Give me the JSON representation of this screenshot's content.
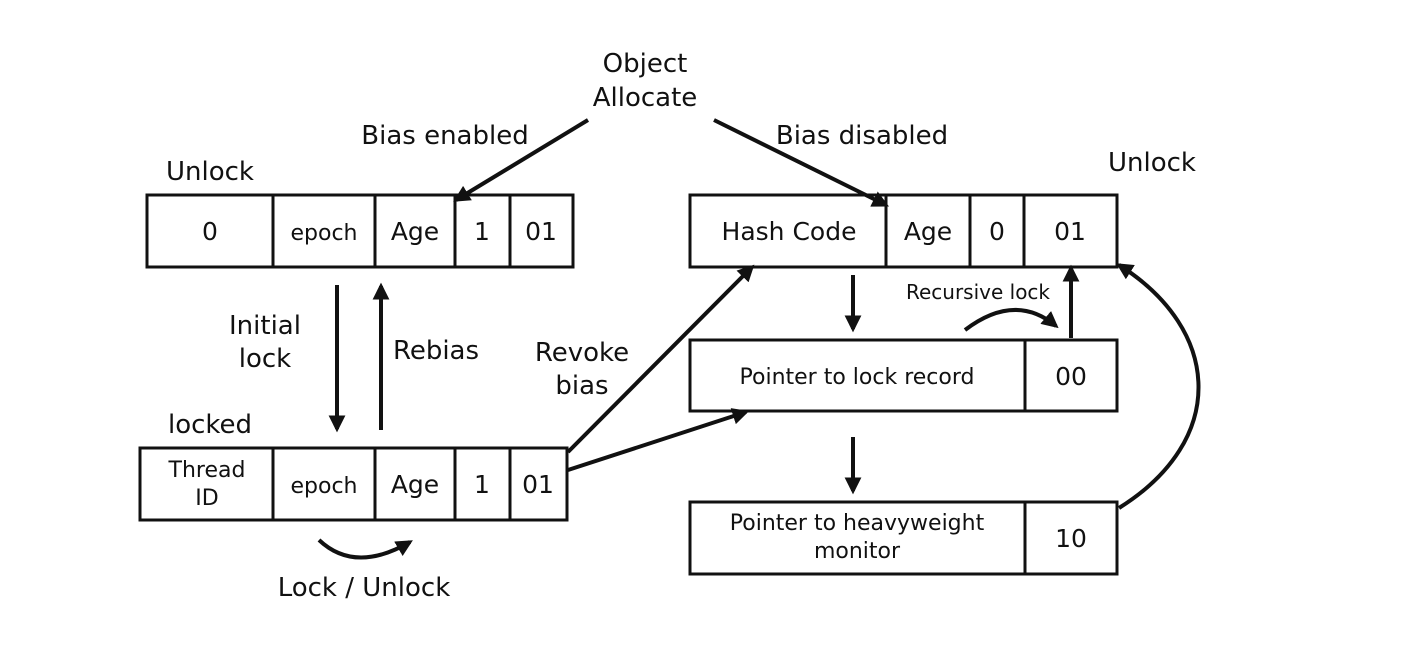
{
  "top_node": {
    "line1": "Object",
    "line2": "Allocate"
  },
  "edge_labels": {
    "bias_enabled": "Bias enabled",
    "bias_disabled": "Bias disabled",
    "initial_lock_1": "Initial",
    "initial_lock_2": "lock",
    "rebias": "Rebias",
    "revoke_bias_1": "Revoke",
    "revoke_bias_2": "bias",
    "recursive_lock": "Recursive lock",
    "lock_unlock": "Lock / Unlock"
  },
  "biased_unlocked": {
    "title": "Unlock",
    "cells": [
      "0",
      "epoch",
      "Age",
      "1",
      "01"
    ]
  },
  "biased_locked": {
    "title": "locked",
    "thread_id_line1": "Thread",
    "thread_id_line2": "ID",
    "cells": [
      "epoch",
      "Age",
      "1",
      "01"
    ]
  },
  "normal_unlocked": {
    "title": "Unlock",
    "cells": [
      "Hash Code",
      "Age",
      "0",
      "01"
    ]
  },
  "lightweight_locked": {
    "cells": [
      "Pointer to lock record",
      "00"
    ]
  },
  "heavyweight_locked": {
    "label_line1": "Pointer to heavyweight",
    "label_line2": "monitor",
    "flag": "10"
  }
}
